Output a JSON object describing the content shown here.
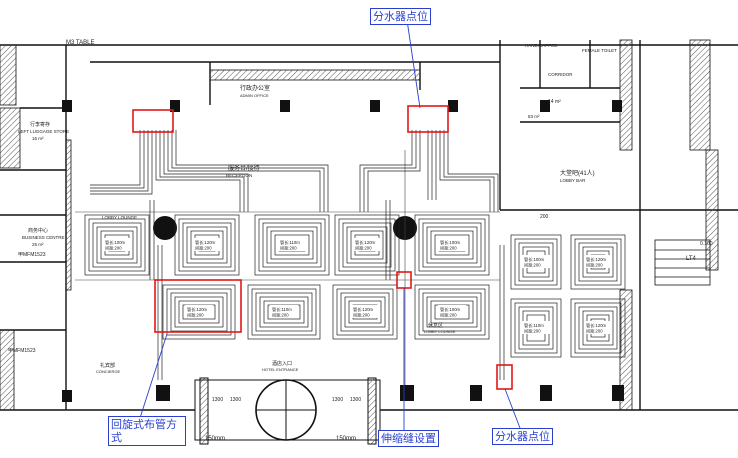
{
  "title_tag": "M3 TABLE",
  "callouts": {
    "manifold_top": "分水器点位",
    "manifold_bottom": "分水器点位",
    "expansion_joint": "伸缩缝设置",
    "spiral_layout_line1": "回旋式布管方",
    "spiral_layout_line2": "式"
  },
  "rooms": {
    "admin_office_cn": "行政办公室",
    "admin_office_en": "ADMIN OFFICE",
    "reception_cn": "服务台/接待",
    "reception_en": "RECEPTION",
    "lobby_lounge_left": "LOBBY LOUNGE",
    "lobby_lounge_right_cn": "休息区",
    "lobby_lounge_right_en": "LOBBY LOUNGE",
    "lobby_bar_cn": "大堂吧(41人)",
    "lobby_bar_en": "LOBBY BAR",
    "left_luggage_cn": "行李寄存",
    "left_luggage_en": "LEFT LUGGAGE STORE",
    "left_luggage_area": "16 m²",
    "business_centre_cn": "商务中心",
    "business_centre_en": "BUSINESS CENTRE",
    "business_centre_area": "25 m²",
    "concierge_cn": "礼宾部",
    "concierge_en": "CONCIERGE",
    "hotel_entrance_cn": "酒店入口",
    "hotel_entrance_en": "HOTEL ENTRANCE",
    "corridor_en": "CORRIDOR",
    "handicapped": "HANDICAPPED",
    "female_toilet": "FEMALE TOILET",
    "vip_room_area": "14 m²",
    "area_83": "83 m²",
    "lt4": "LT4"
  },
  "door_tags": [
    "甲MFM1523",
    "甲MFM1523"
  ],
  "dims": {
    "gap_left": "150mm",
    "gap_right": "150mm",
    "d1": "1300",
    "d2": "1300",
    "d3": "1300",
    "d4": "1300",
    "d5": "200",
    "level": "0.100"
  },
  "loop_labels": [
    "管长:100m 间距:200",
    "管长:120m 间距:200",
    "管长:110m 间距:200",
    "管长:120m 间距:200",
    "管长:100m 间距:200",
    "管长:120m 间距:200",
    "管长:110m 间距:200",
    "管长:120m 间距:200",
    "管长:100m 间距:200",
    "管长:100m 间距:200",
    "管长:120m 间距:200",
    "管长:110m 间距:200",
    "管长:120m 间距:200"
  ],
  "colors": {
    "callout_blue": "#2a3fd0",
    "highlight_red": "#e01818",
    "pipe": "#222222"
  }
}
